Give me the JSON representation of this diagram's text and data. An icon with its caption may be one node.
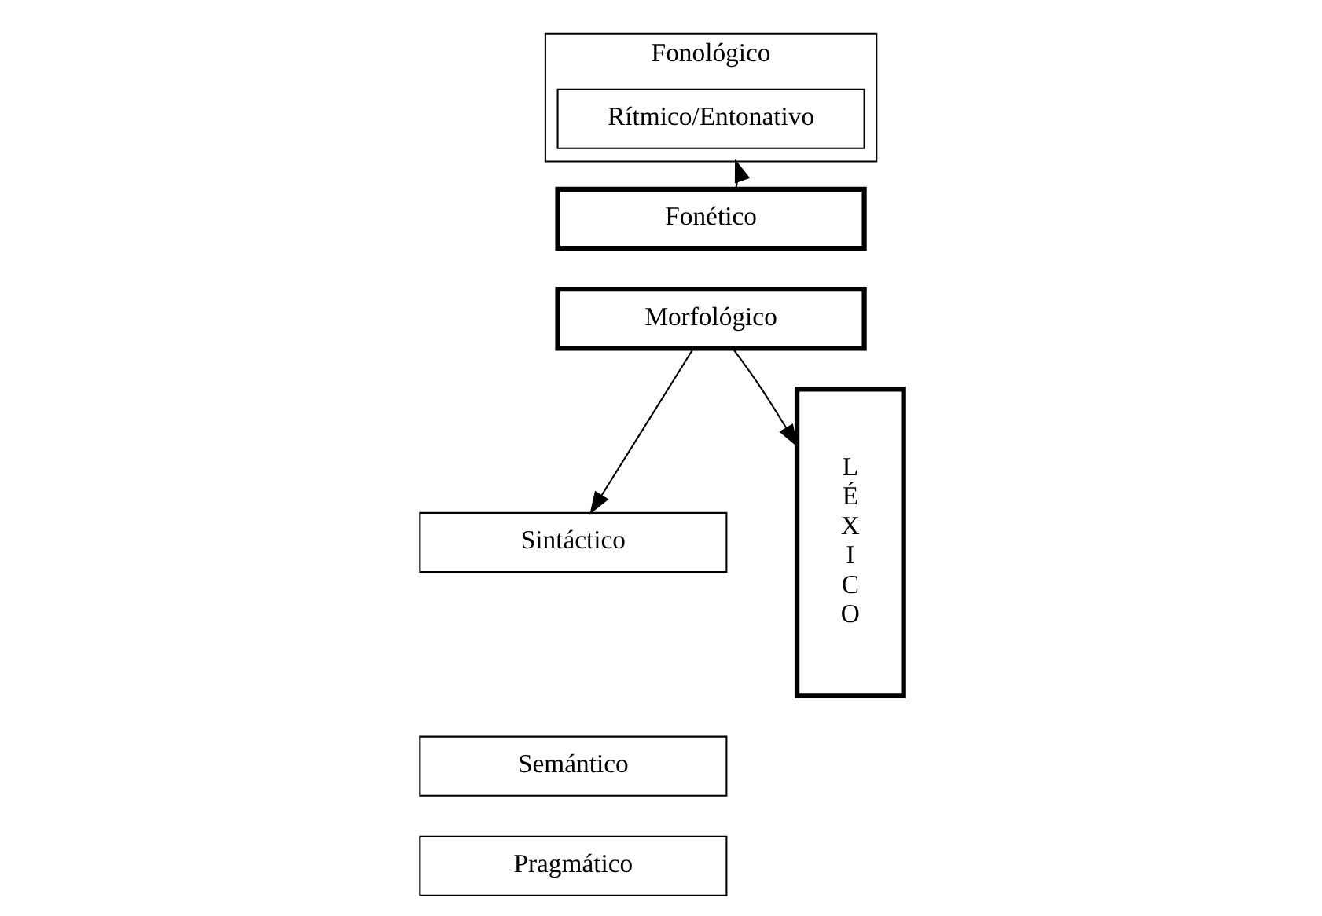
{
  "diagram": {
    "nodes": [
      {
        "text": [
          "Fonológico"
        ]
      },
      {
        "text": [
          "Rítmico/Entonativo"
        ],
        "in": 0
      },
      {
        "text": [
          "Fonético"
        ]
      },
      {
        "text": [
          "Morfológico"
        ]
      },
      {
        "text": [
          "Sintáctico"
        ]
      },
      {
        "text": [
          "Semántico"
        ]
      },
      {
        "text": [
          "Pragmático"
        ]
      },
      {
        "text": [
          "L É X I C O"
        ]
      }
    ],
    "edges": [
      {
        "from": 2,
        "to": 0,
        "arrow": "to"
      },
      {
        "from": 3,
        "to": 4,
        "arrow": "to"
      },
      {
        "from": 3,
        "to": 7,
        "arrow": "to"
      }
    ]
  }
}
